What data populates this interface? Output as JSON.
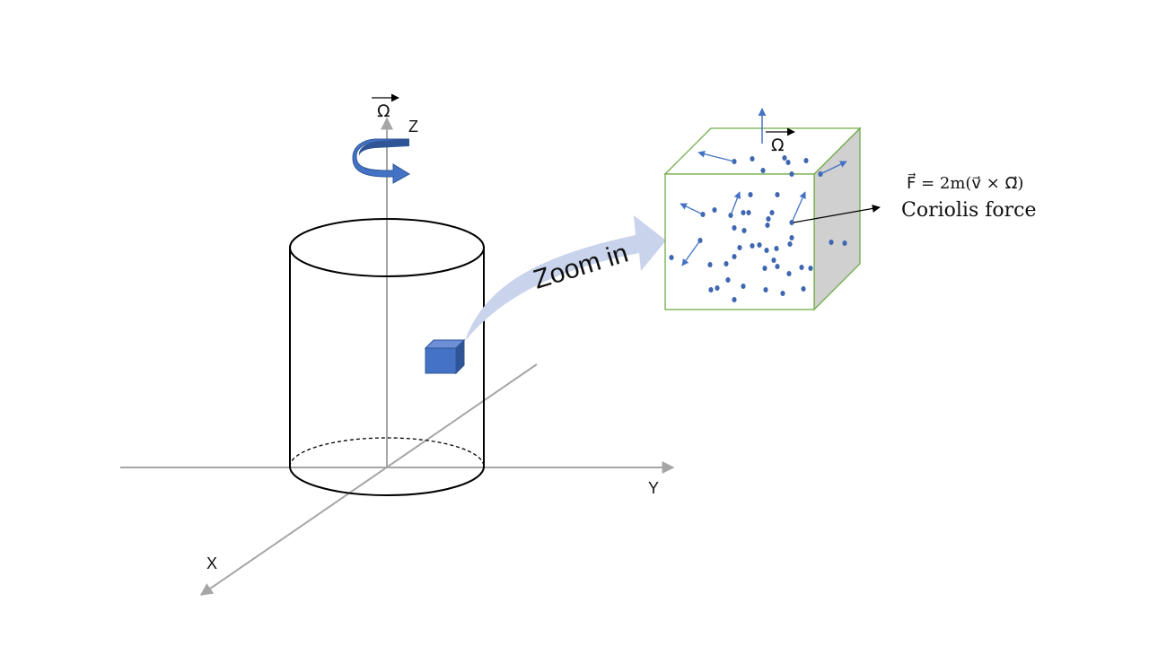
{
  "axes": {
    "z_label": "Z",
    "y_label": "Y",
    "x_label": "X"
  },
  "rotation": {
    "symbol": "Ω"
  },
  "zoom": {
    "label": "Zoom in"
  },
  "cube": {
    "omega_symbol": "Ω"
  },
  "force": {
    "formula": "F⃗ = 2m(v⃗ × Ω⃗)",
    "label": "Coriolis force"
  },
  "colors": {
    "axis": "#a6a6a6",
    "rotation_arrow": "#4472c4",
    "small_cube": "#4472c4",
    "zoom_arrow": "#c9d3ec",
    "cube_edge": "#70ad47",
    "cube_side": "#d0d0d0",
    "particle": "#3f67b0",
    "velocity_arrow": "#4472c4"
  }
}
